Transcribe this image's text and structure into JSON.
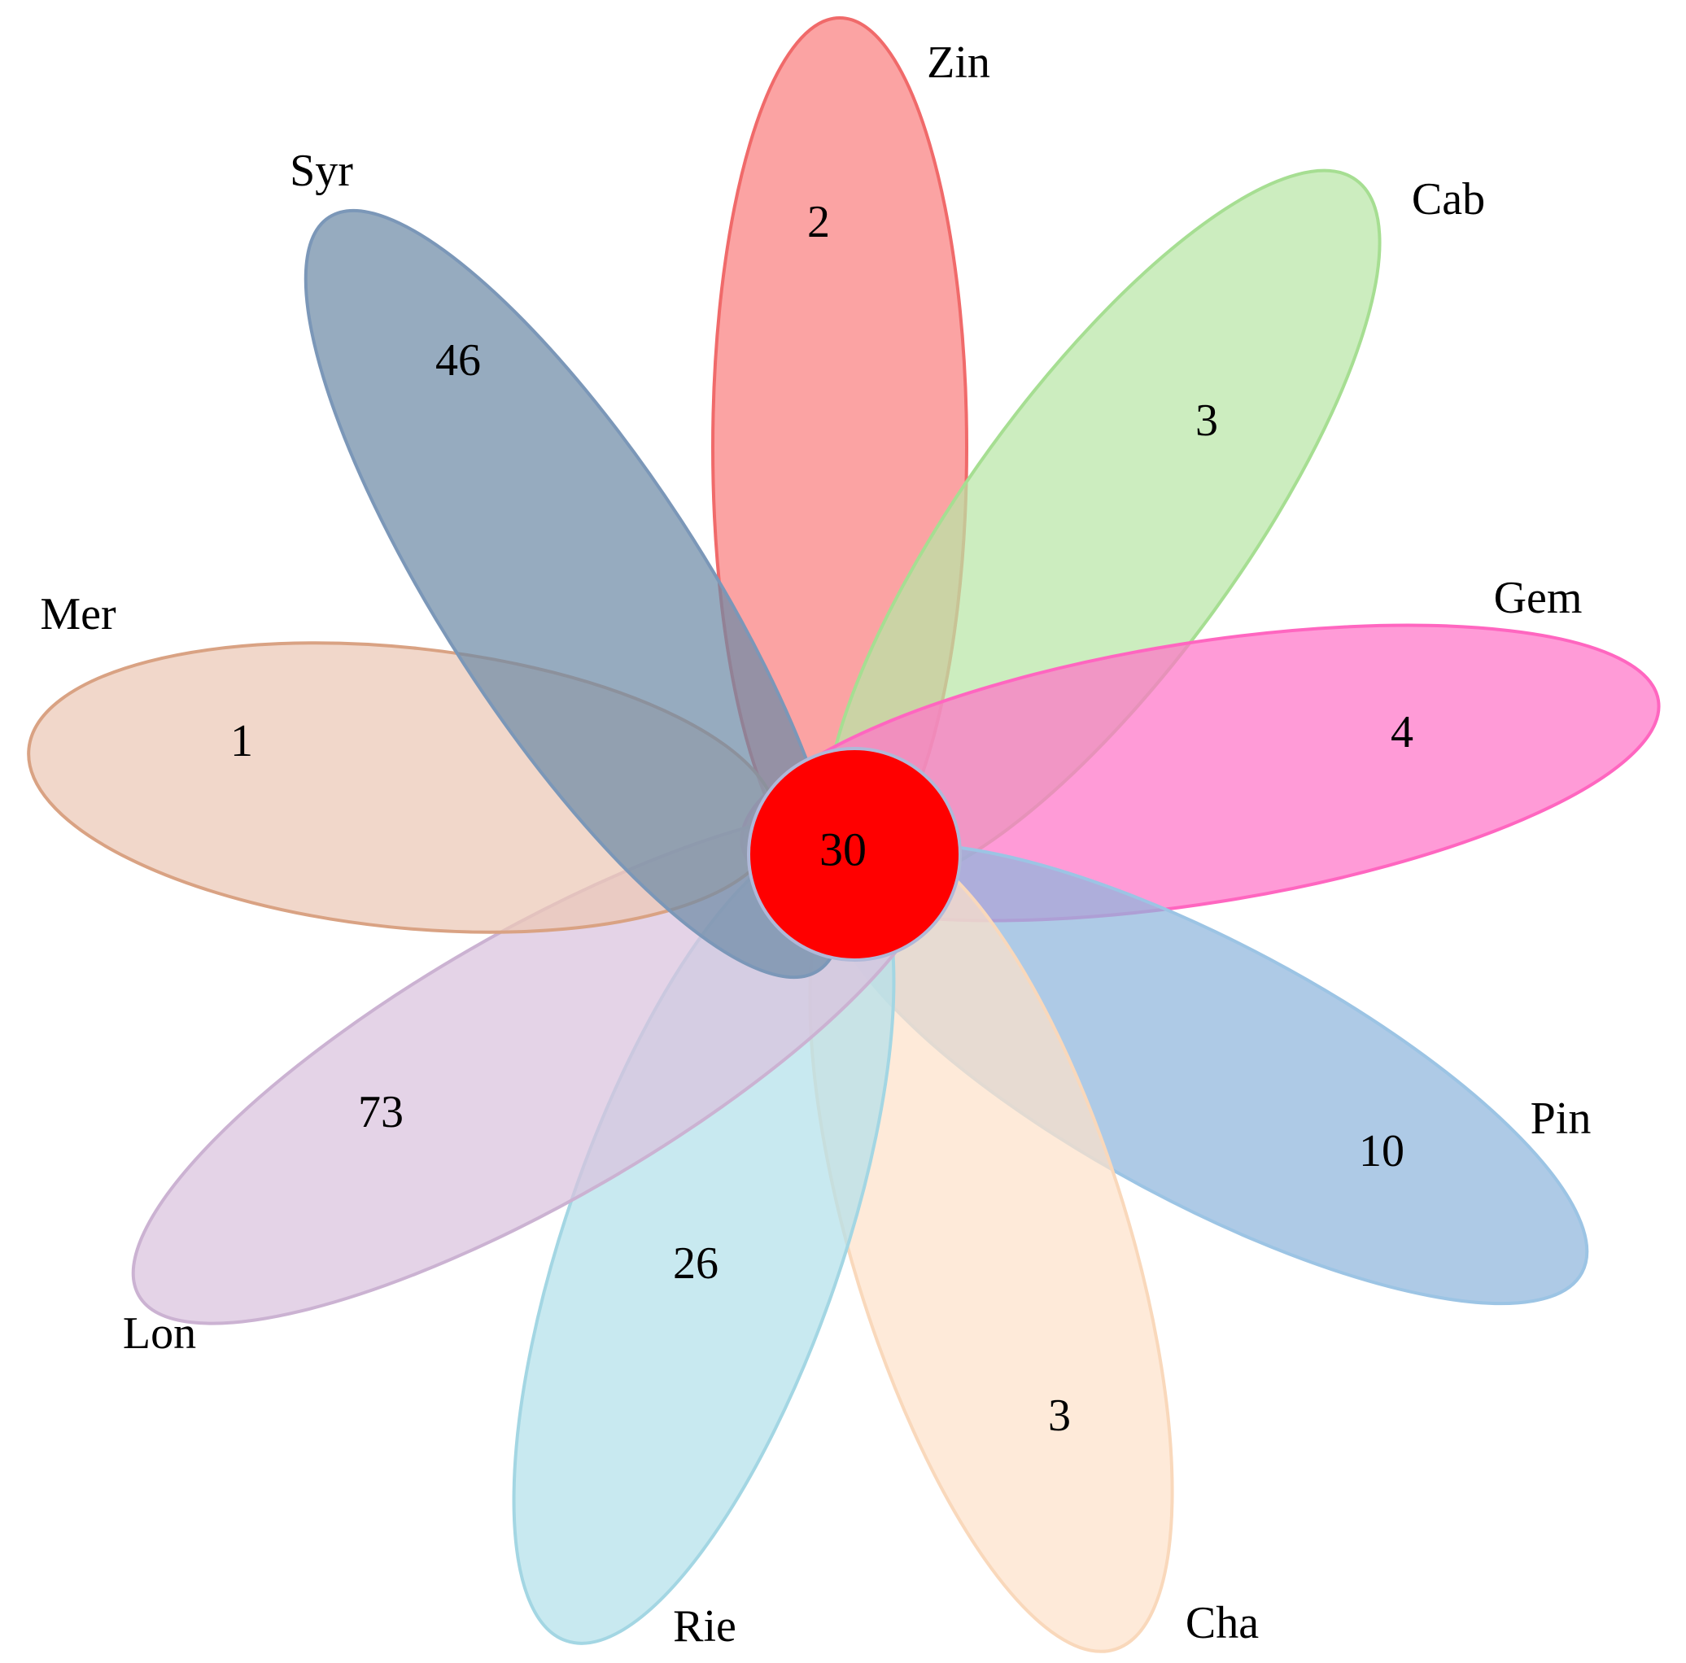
{
  "diagram": {
    "type": "flower",
    "core": {
      "count": "30",
      "color": "#ff0000"
    },
    "petals": [
      {
        "name": "Zin",
        "count": "2",
        "fill": "#f97f7f",
        "stroke": "#f06a6a"
      },
      {
        "name": "Cab",
        "count": "3",
        "fill": "#b8e6a6",
        "stroke": "#a6de92"
      },
      {
        "name": "Gem",
        "count": "4",
        "fill": "#ff74c8",
        "stroke": "#ff66c0"
      },
      {
        "name": "Pin",
        "count": "10",
        "fill": "#8fb6dc",
        "stroke": "#9cc4e4"
      },
      {
        "name": "Cha",
        "count": "3",
        "fill": "#fde2cb",
        "stroke": "#f9d8bb"
      },
      {
        "name": "Rie",
        "count": "26",
        "fill": "#b3e0ea",
        "stroke": "#a3d6e3"
      },
      {
        "name": "Lon",
        "count": "73",
        "fill": "#d9c2de",
        "stroke": "#cbb2d2"
      },
      {
        "name": "Mer",
        "count": "1",
        "fill": "#ebc8b6",
        "stroke": "#d9a283"
      },
      {
        "name": "Syr",
        "count": "46",
        "fill": "#6e8aa6",
        "stroke": "#7b97b8"
      }
    ]
  }
}
